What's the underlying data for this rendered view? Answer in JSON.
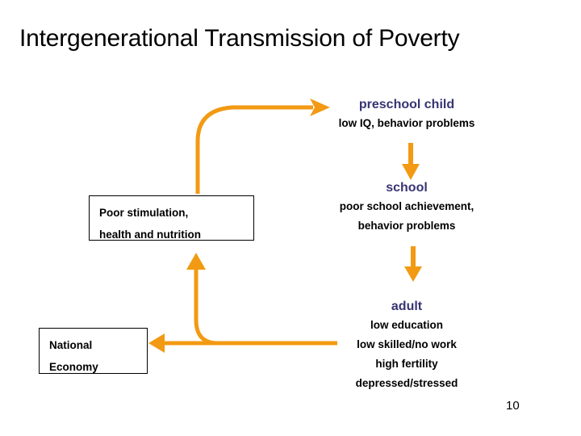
{
  "slide": {
    "title": "Intergenerational Transmission of Poverty",
    "page_number": "10",
    "colors": {
      "arrow": "#F29A13",
      "stage_title": "#373473",
      "text": "#000000",
      "background": "#FFFFFF"
    }
  },
  "boxes": [
    {
      "id": "poor-stimulation",
      "lines": [
        "Poor stimulation,",
        "health and nutrition"
      ]
    },
    {
      "id": "national-economy",
      "lines": [
        "National",
        "Economy"
      ]
    }
  ],
  "stages": [
    {
      "id": "preschool",
      "title": "preschool child",
      "lines": [
        "low IQ, behavior problems"
      ]
    },
    {
      "id": "school",
      "title": "school",
      "lines": [
        "poor school achievement,",
        "behavior problems"
      ]
    },
    {
      "id": "adult",
      "title": "adult",
      "lines": [
        "low education",
        "low skilled/no work",
        "high fertility",
        "depressed/stressed"
      ]
    }
  ],
  "arrows": [
    {
      "id": "stimulation-to-preschool",
      "shape": "curved",
      "direction": "up-right"
    },
    {
      "id": "preschool-to-school",
      "shape": "straight",
      "direction": "down"
    },
    {
      "id": "school-to-adult",
      "shape": "straight",
      "direction": "down"
    },
    {
      "id": "adult-to-economy",
      "shape": "straight",
      "direction": "left"
    },
    {
      "id": "economy-to-stimulation",
      "shape": "curved",
      "direction": "up"
    }
  ]
}
